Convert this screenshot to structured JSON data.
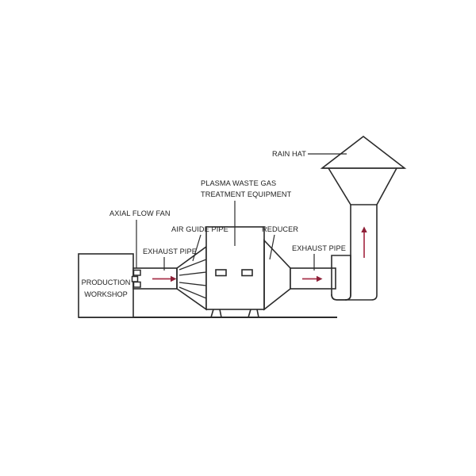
{
  "diagram": {
    "title": "Plasma waste gas treatment system schematic",
    "background_color": "#ffffff",
    "line_color": "#2b2b2b",
    "arrow_color": "#8e2038",
    "labels": {
      "axial_flow_fan": "AXIAL FLOW FAN",
      "exhaust_pipe_left": "EXHAUST PIPE",
      "air_guide_pipe": "AIR GUIDE PIPE",
      "plasma_line1": "PLASMA WASTE GAS",
      "plasma_line2": "TREATMENT EQUIPMENT",
      "reducer": "REDUCER",
      "exhaust_pipe_right": "EXHAUST PIPE",
      "rain_hat": "RAIN HAT",
      "workshop_line1": "PRODUCTION",
      "workshop_line2": "WORKSHOP"
    },
    "flow_arrows": [
      {
        "name": "duct-flow-arrow",
        "direction": "right"
      },
      {
        "name": "reducer-outlet-flow-arrow",
        "direction": "right"
      },
      {
        "name": "stack-flow-arrow",
        "direction": "up"
      }
    ],
    "components": [
      "production-workshop",
      "axial-flow-fan",
      "exhaust-pipe-inlet",
      "air-guide-pipe",
      "plasma-waste-gas-treatment-equipment",
      "reducer",
      "exhaust-pipe-outlet",
      "elbow",
      "vertical-stack",
      "stack-flare",
      "rain-hat",
      "ground-line"
    ]
  }
}
